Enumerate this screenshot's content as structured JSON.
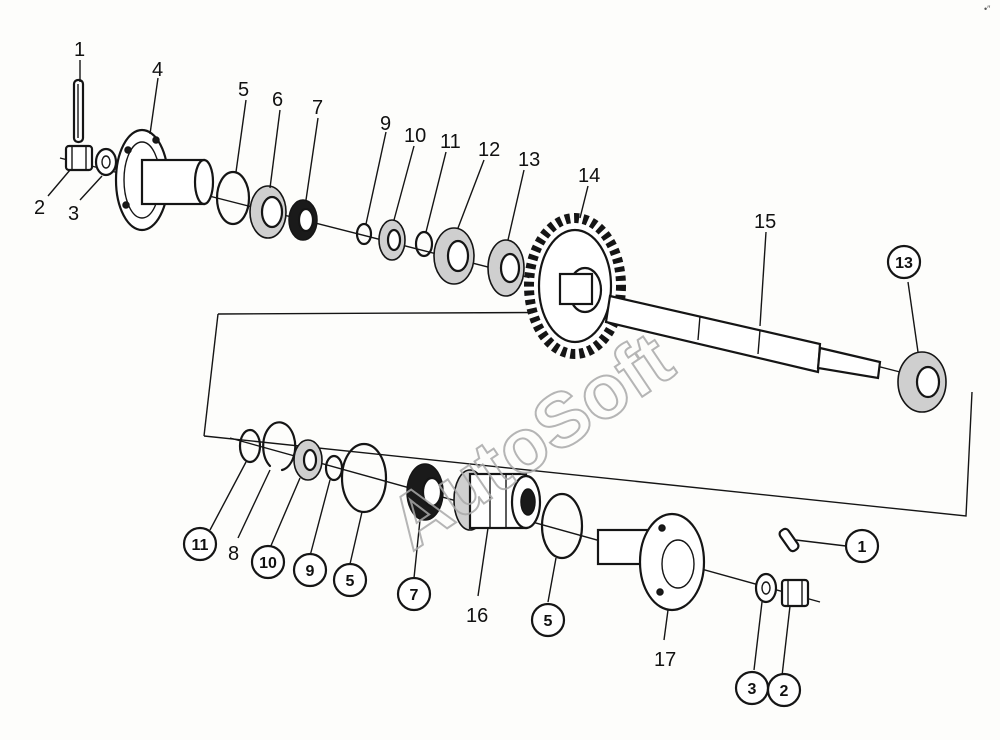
{
  "watermark": "AutoSoft",
  "corner_mark": "•″",
  "callouts": [
    "1",
    "4",
    "5",
    "6",
    "7",
    "9",
    "10",
    "11",
    "12",
    "13",
    "14",
    "15"
  ],
  "lower_labels": [
    "8",
    "16",
    "17"
  ],
  "left_labels": [
    "2",
    "3"
  ],
  "circled": {
    "shaft_bearing": "13",
    "snap11": "11",
    "washer10": "10",
    "oring9": "9",
    "seal5a": "5",
    "needle7": "7",
    "seal5b": "5",
    "pin1": "1",
    "washer3": "3",
    "nut2": "2"
  }
}
